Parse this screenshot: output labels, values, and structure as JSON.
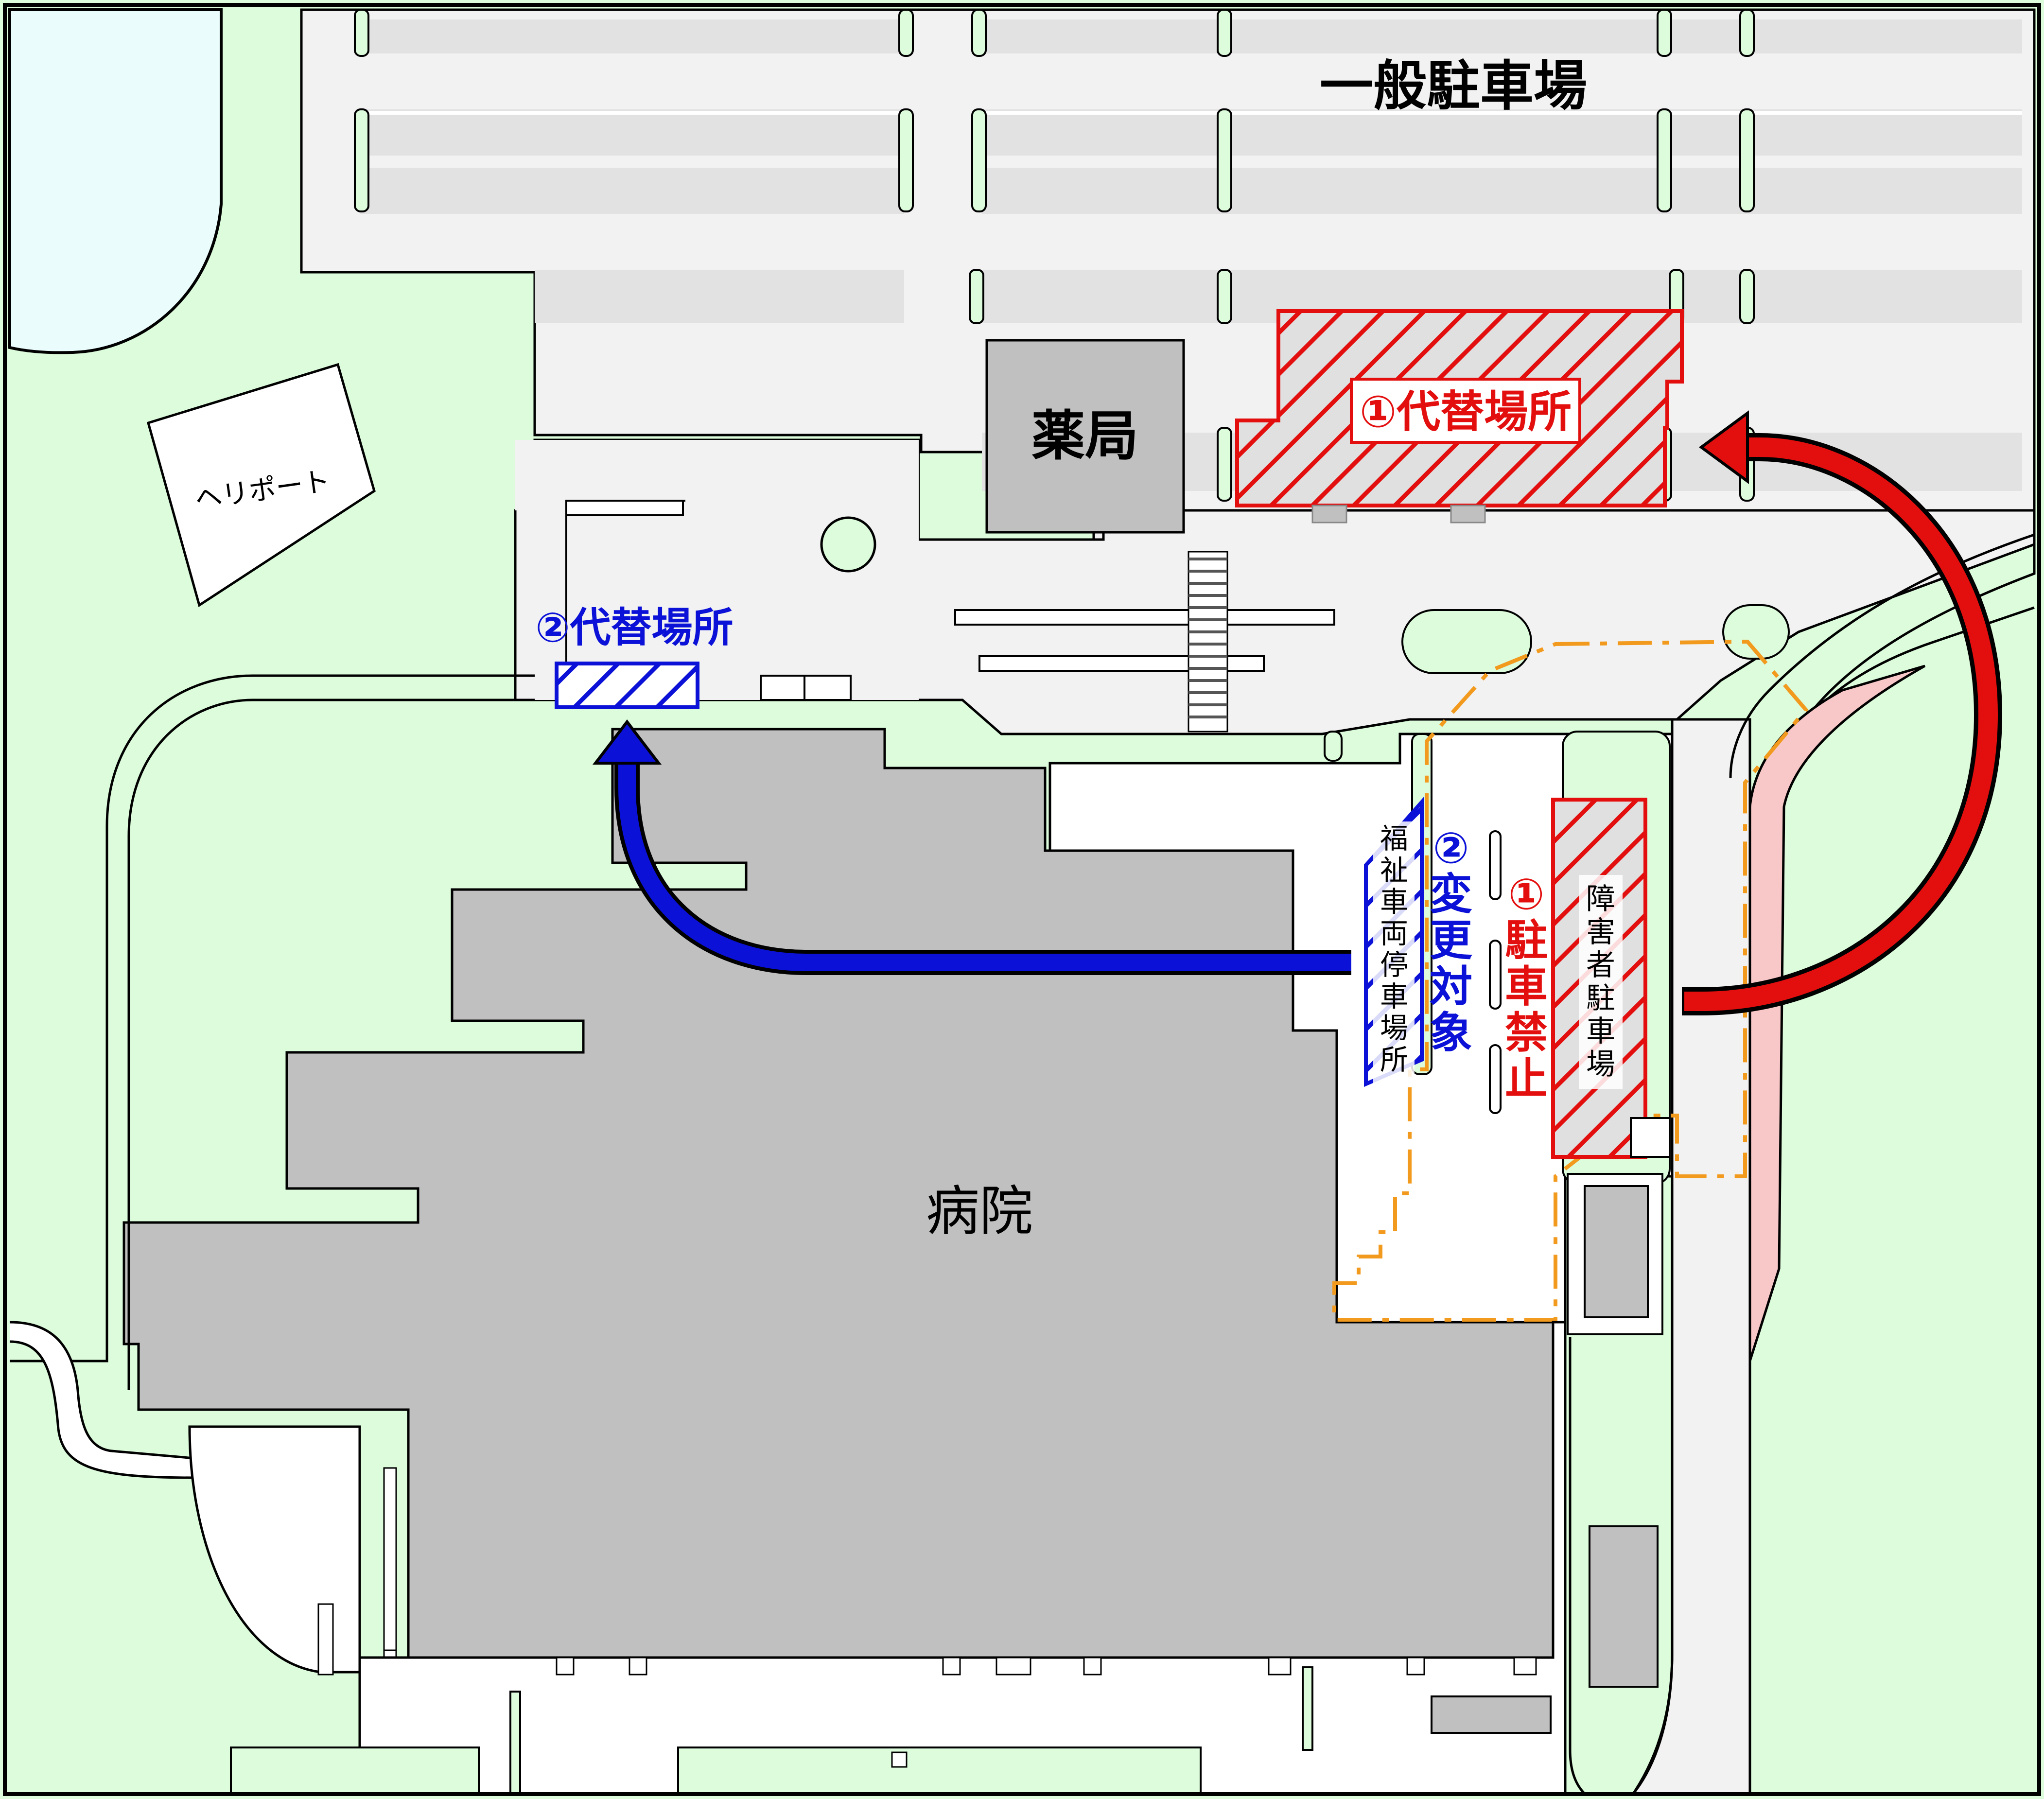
{
  "labels": {
    "general_parking": "一般駐車場",
    "pharmacy": "薬局",
    "heliport": "ヘリポート",
    "hospital": "病院",
    "alt_site_1": "①代替場所",
    "alt_site_2": "②代替場所",
    "welfare_stop_chars": [
      "福",
      "祉",
      "車",
      "両",
      "停",
      "車",
      "場",
      "所"
    ],
    "change_target_chars": [
      "②",
      "変",
      "更",
      "対",
      "象"
    ],
    "no_parking_chars": [
      "①",
      "駐",
      "車",
      "禁",
      "止"
    ],
    "disabled_parking_chars": [
      "障",
      "害",
      "者",
      "駐",
      "車",
      "場"
    ]
  },
  "colors": {
    "green": "#dcfcdc",
    "road": "#f2f2f2",
    "building": "#c0c0c0",
    "water": "#eafcfc",
    "red": "#e30f0f",
    "blue": "#0b11d6",
    "orange": "#f29a1e",
    "pink": "#f8c8c8"
  }
}
